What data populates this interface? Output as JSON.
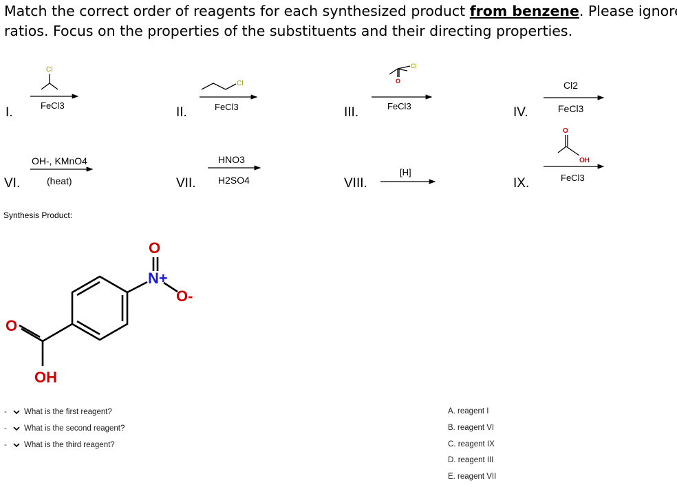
{
  "question": {
    "line1_a": "Match the correct order of reagents for each synthesized product ",
    "line1_highlight": "from benzene",
    "line1_b": ". Please ignore ",
    "line2": "ratios. Focus on the properties of the substituents and their directing properties."
  },
  "reagents": [
    {
      "numeral": "I.",
      "below": "FeCl3",
      "molecule_atom": "Cl"
    },
    {
      "numeral": "II.",
      "below": "FeCl3",
      "molecule_atom": "Cl"
    },
    {
      "numeral": "III.",
      "below": "FeCl3",
      "molecule_atoms": [
        "Cl",
        "O"
      ]
    },
    {
      "numeral": "IV.",
      "above": "Cl2",
      "below": "FeCl3"
    },
    {
      "numeral": "VI.",
      "above": "OH-, KMnO4",
      "below": "(heat)"
    },
    {
      "numeral": "VII.",
      "above": "HNO3",
      "below": "H2SO4"
    },
    {
      "numeral": "VIII.",
      "above": "[H]"
    },
    {
      "numeral": "IX.",
      "below": "FeCl3",
      "molecule_atoms": [
        "O",
        "OH"
      ]
    }
  ],
  "synthesis_label": "Synthesis Product:",
  "product": {
    "atoms": {
      "o_top": "O",
      "n": "N+",
      "o_minus": "O-",
      "o_left": "O",
      "oh": "OH"
    }
  },
  "dropdowns": [
    {
      "dash": "-",
      "question": "What is the first reagent?"
    },
    {
      "dash": "-",
      "question": "What is the second reagent?"
    },
    {
      "dash": "-",
      "question": "What is the third reagent?"
    }
  ],
  "options": [
    "A. reagent I",
    "B. reagent VI",
    "C. reagent IX",
    "D. reagent III",
    "E. reagent VII"
  ]
}
